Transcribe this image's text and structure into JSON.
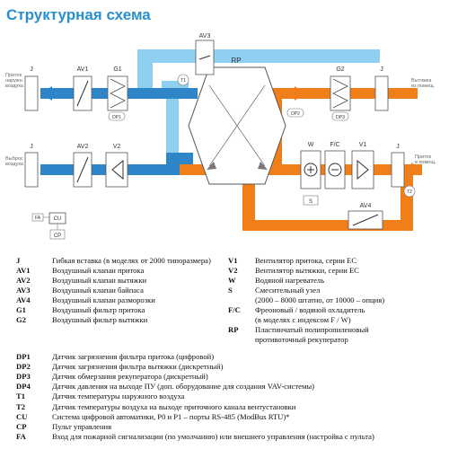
{
  "title": "Структурная схема",
  "diagram": {
    "labels": {
      "supply_in": [
        "Приток",
        "наружн.",
        "воздуха"
      ],
      "exhaust_out_top": [
        "Вытяжка",
        "из помещ."
      ],
      "exhaust_out_left": [
        "Выброс",
        "воздуха"
      ],
      "supply_out": [
        "Приток",
        "в помещ."
      ],
      "J": "J",
      "AV1": "AV1",
      "AV2": "AV2",
      "AV3": "AV3",
      "AV4": "AV4",
      "G1": "G1",
      "G2": "G2",
      "V1": "V1",
      "V2": "V2",
      "W": "W",
      "FC": "F/C",
      "RP": "RP",
      "S": "S",
      "T1": "T1",
      "T2": "T2",
      "DP1": "DP1",
      "DP2": "DP2",
      "DP3": "DP3",
      "FA": "FA",
      "CU": "CU",
      "CP": "CP"
    },
    "colors": {
      "supply": "#2e86c8",
      "supply_light": "#8fd0f2",
      "exhaust": "#f07f1a",
      "line": "#555555"
    }
  },
  "legend_left": [
    {
      "code": "J",
      "desc": "Гибкая вставка (в моделях от 2000 типоразмера)"
    },
    {
      "code": "AV1",
      "desc": "Воздушный клапан притока"
    },
    {
      "code": "AV2",
      "desc": "Воздушный клапан вытяжки"
    },
    {
      "code": "AV3",
      "desc": "Воздушный клапан байпаса"
    },
    {
      "code": "AV4",
      "desc": "Воздушный клапан разморозки"
    },
    {
      "code": "G1",
      "desc": "Воздушный фильтр притока"
    },
    {
      "code": "G2",
      "desc": "Воздушный фильтр вытяжки"
    }
  ],
  "legend_right": [
    {
      "code": "V1",
      "desc": "Вентилятор притока, серии ЕС"
    },
    {
      "code": "V2",
      "desc": "Вентилятор вытяжки, серии ЕС"
    },
    {
      "code": "W",
      "desc": "Водяной нагреватель"
    },
    {
      "code": "S",
      "desc": "Смесительный узел"
    },
    {
      "code": "",
      "desc": "(2000 – 8000 штатно, от 10000 – опция)"
    },
    {
      "code": "F/C",
      "desc": "Фреоновый / водяной охладитель"
    },
    {
      "code": "",
      "desc": "(в моделях с индексом F / W)"
    },
    {
      "code": "RP",
      "desc": "Пластинчатый полипропиленовый"
    },
    {
      "code": "",
      "desc": "противоточный рекуператор"
    }
  ],
  "legend_bottom": [
    {
      "code": "DP1",
      "desc": "Датчик загрязнения фильтра притока (цифровой)"
    },
    {
      "code": "DP2",
      "desc": "Датчик загрязнения фильтра вытяжки (дискретный)"
    },
    {
      "code": "DP3",
      "desc": "Датчик обмерзания рекуператора (дискретный)"
    },
    {
      "code": "DP4",
      "desc": "Датчик давления на выходе ПУ (доп. оборудование для создания VAV-системы)"
    },
    {
      "code": "T1",
      "desc": "Датчик температуры наружного воздуха"
    },
    {
      "code": "T2",
      "desc": "Датчик температуры воздуха на выходе приточного канала вентустановки"
    },
    {
      "code": "CU",
      "desc": "Система цифровой автоматики, P0 и P1 – порты RS-485 (ModBus RTU)*"
    },
    {
      "code": "CP",
      "desc": "Пульт управления"
    },
    {
      "code": "FA",
      "desc": "Вход для пожарной сигнализации (по умолчанию) или внешнего управления (настройка с пульта)"
    }
  ]
}
